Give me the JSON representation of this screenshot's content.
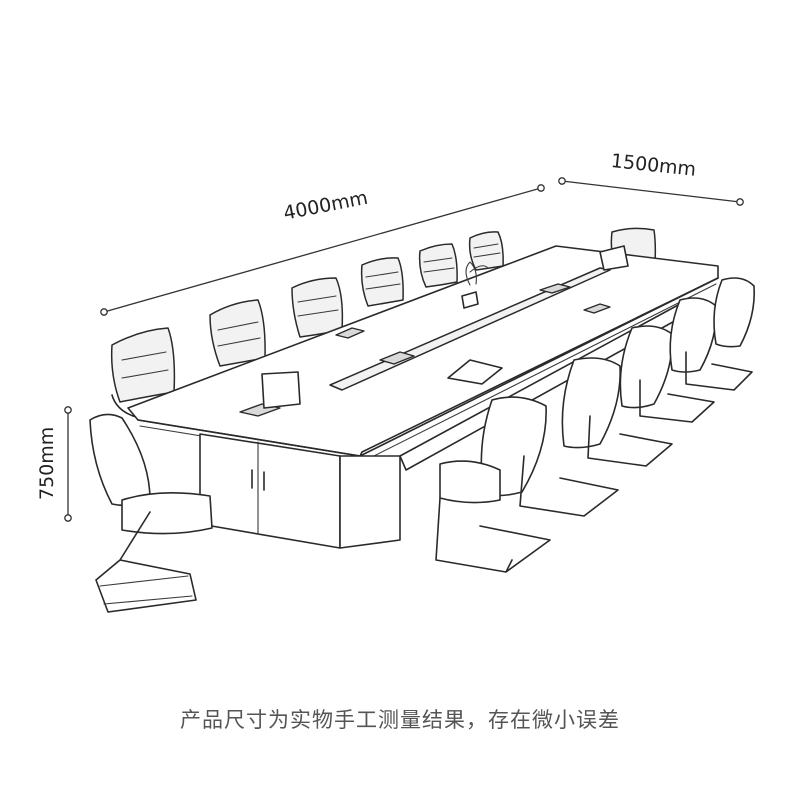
{
  "dimensions": {
    "length": "4000mm",
    "depth": "1500mm",
    "height": "750mm"
  },
  "caption": "产品尺寸为实物手工测量结果，存在微小误差"
}
